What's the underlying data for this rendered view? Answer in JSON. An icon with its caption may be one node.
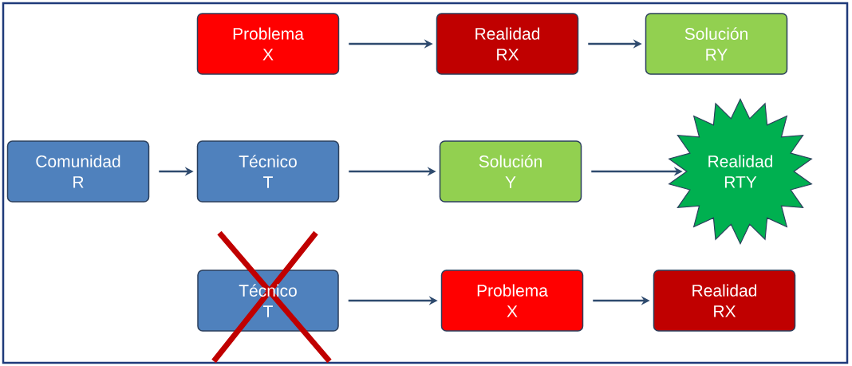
{
  "diagram": {
    "nodes": [
      {
        "text": [
          "Problema X"
        ]
      },
      {
        "text": [
          "Realidad RX"
        ]
      },
      {
        "text": [
          "Solución RY"
        ]
      },
      {
        "text": [
          "Comunidad R"
        ]
      },
      {
        "text": [
          "Técnico T"
        ]
      },
      {
        "text": [
          "Solución Y"
        ]
      },
      {
        "text": [
          "Realidad RTY"
        ]
      },
      {
        "text": [
          "Técnico T"
        ]
      },
      {
        "text": [
          "Problema X"
        ]
      },
      {
        "text": [
          "Realidad RX"
        ]
      }
    ],
    "edges": [
      {
        "from": 0,
        "to": 1,
        "arrow": "to"
      },
      {
        "from": 1,
        "to": 2,
        "arrow": "to"
      },
      {
        "from": 3,
        "to": 4,
        "arrow": "to"
      },
      {
        "from": 4,
        "to": 5,
        "arrow": "to"
      },
      {
        "from": 5,
        "to": 6,
        "arrow": "to"
      },
      {
        "from": 7,
        "to": 8,
        "arrow": "to"
      },
      {
        "from": 8,
        "to": 9,
        "arrow": "to"
      }
    ]
  }
}
